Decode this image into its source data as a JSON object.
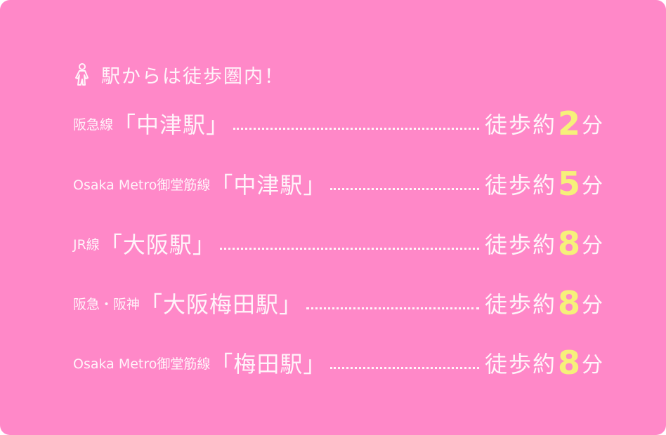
{
  "heading": "駅からは徒歩圏内！",
  "walk_prefix": "徒歩約",
  "unit": "分",
  "colors": {
    "background": "#ff88c8",
    "text": "#fff4fa",
    "highlight": "#f6f07a"
  },
  "rows": [
    {
      "line": "阪急線",
      "station": "「中津駅」",
      "minutes": "2"
    },
    {
      "line": "Osaka Metro御堂筋線",
      "station": "「中津駅」",
      "minutes": "5"
    },
    {
      "line": "JR線",
      "station": "「大阪駅」",
      "minutes": "8"
    },
    {
      "line": "阪急・阪神",
      "station": "「大阪梅田駅」",
      "minutes": "8"
    },
    {
      "line": "Osaka Metro御堂筋線",
      "station": "「梅田駅」",
      "minutes": "8"
    }
  ]
}
